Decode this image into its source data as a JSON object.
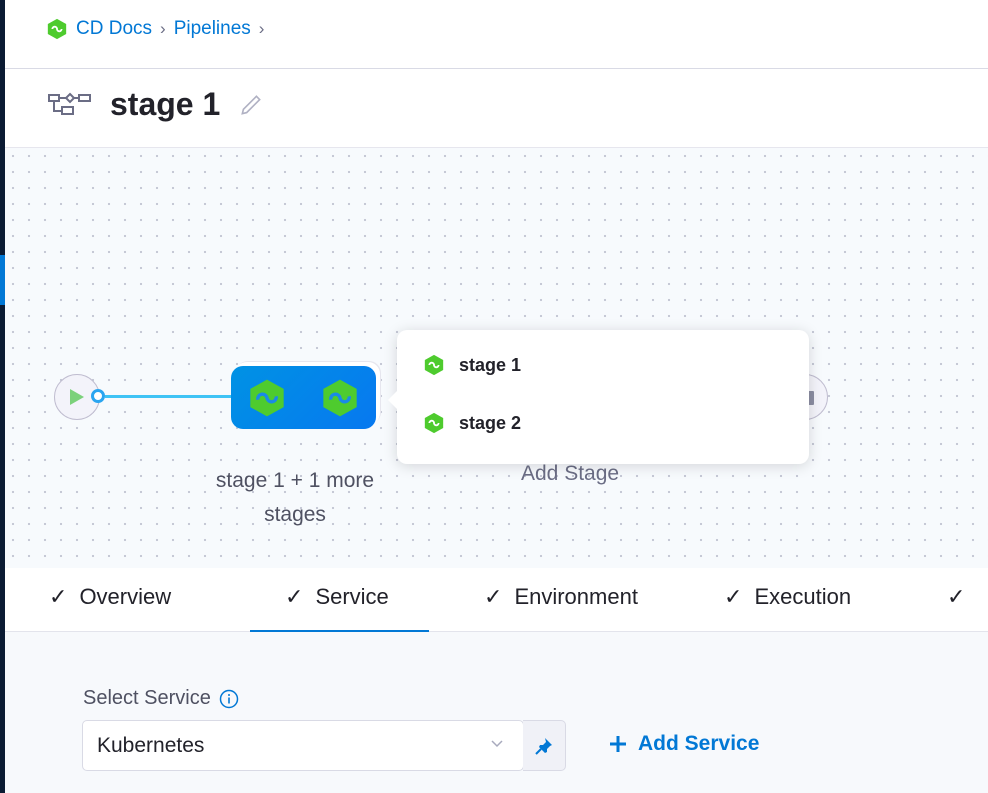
{
  "breadcrumb": {
    "items": [
      "CD Docs",
      "Pipelines"
    ]
  },
  "header": {
    "title": "stage 1"
  },
  "canvas": {
    "group_label": "stage 1 + 1 more stages",
    "add_stage": "Add Stage",
    "popover_items": [
      "stage 1",
      "stage 2"
    ]
  },
  "tabs": [
    {
      "label": "Overview"
    },
    {
      "label": "Service"
    },
    {
      "label": "Environment"
    },
    {
      "label": "Execution"
    }
  ],
  "active_tab": "Service",
  "service": {
    "label": "Select Service",
    "value": "Kubernetes",
    "add_label": "Add Service"
  },
  "colors": {
    "accent": "#0278d5",
    "stage_green": "#4ecb2e"
  }
}
